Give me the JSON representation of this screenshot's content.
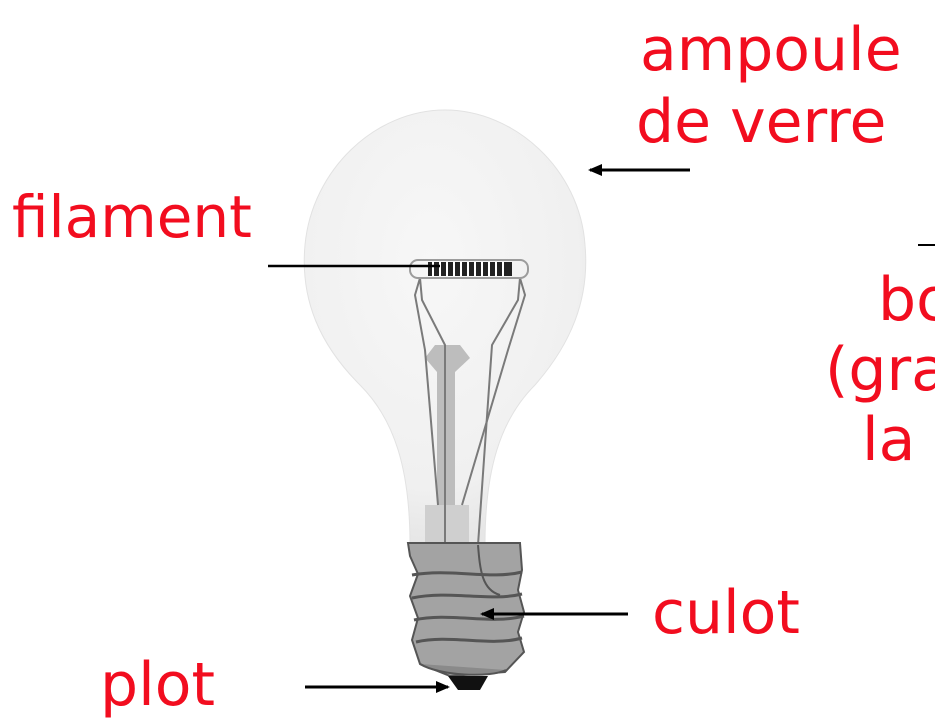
{
  "labels": {
    "ampoule_line1": "ampoule",
    "ampoule_line2": "de verre",
    "filament": "filament",
    "side_line1": "bo",
    "side_line2": "(gra",
    "side_line3": "la",
    "culot": "culot",
    "plot": "plot"
  },
  "colors": {
    "label": "#f20d1f",
    "arrow": "#000000",
    "bulb_glass": "#f1f1f1"
  }
}
